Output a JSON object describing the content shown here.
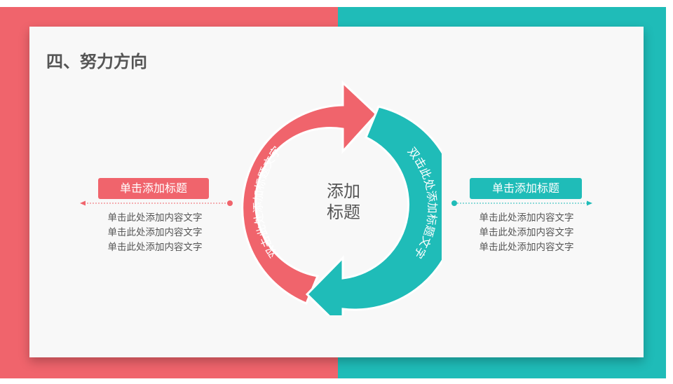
{
  "title": "四、努力方向",
  "center": {
    "line1": "添加",
    "line2": "标题"
  },
  "arrow_left_text": "双击此处添加标题文字",
  "arrow_right_text": "双击此处添加标题文字",
  "left": {
    "label": "单击添加标题",
    "lines": [
      "单击此处添加内容文字",
      "单击此处添加内容文字",
      "单击此处添加内容文字"
    ]
  },
  "right": {
    "label": "单击添加标题",
    "lines": [
      "单击此处添加内容文字",
      "单击此处添加内容文字",
      "单击此处添加内容文字"
    ]
  },
  "colors": {
    "red": "#f0646c",
    "teal": "#1fbcb8",
    "text": "#555555"
  }
}
